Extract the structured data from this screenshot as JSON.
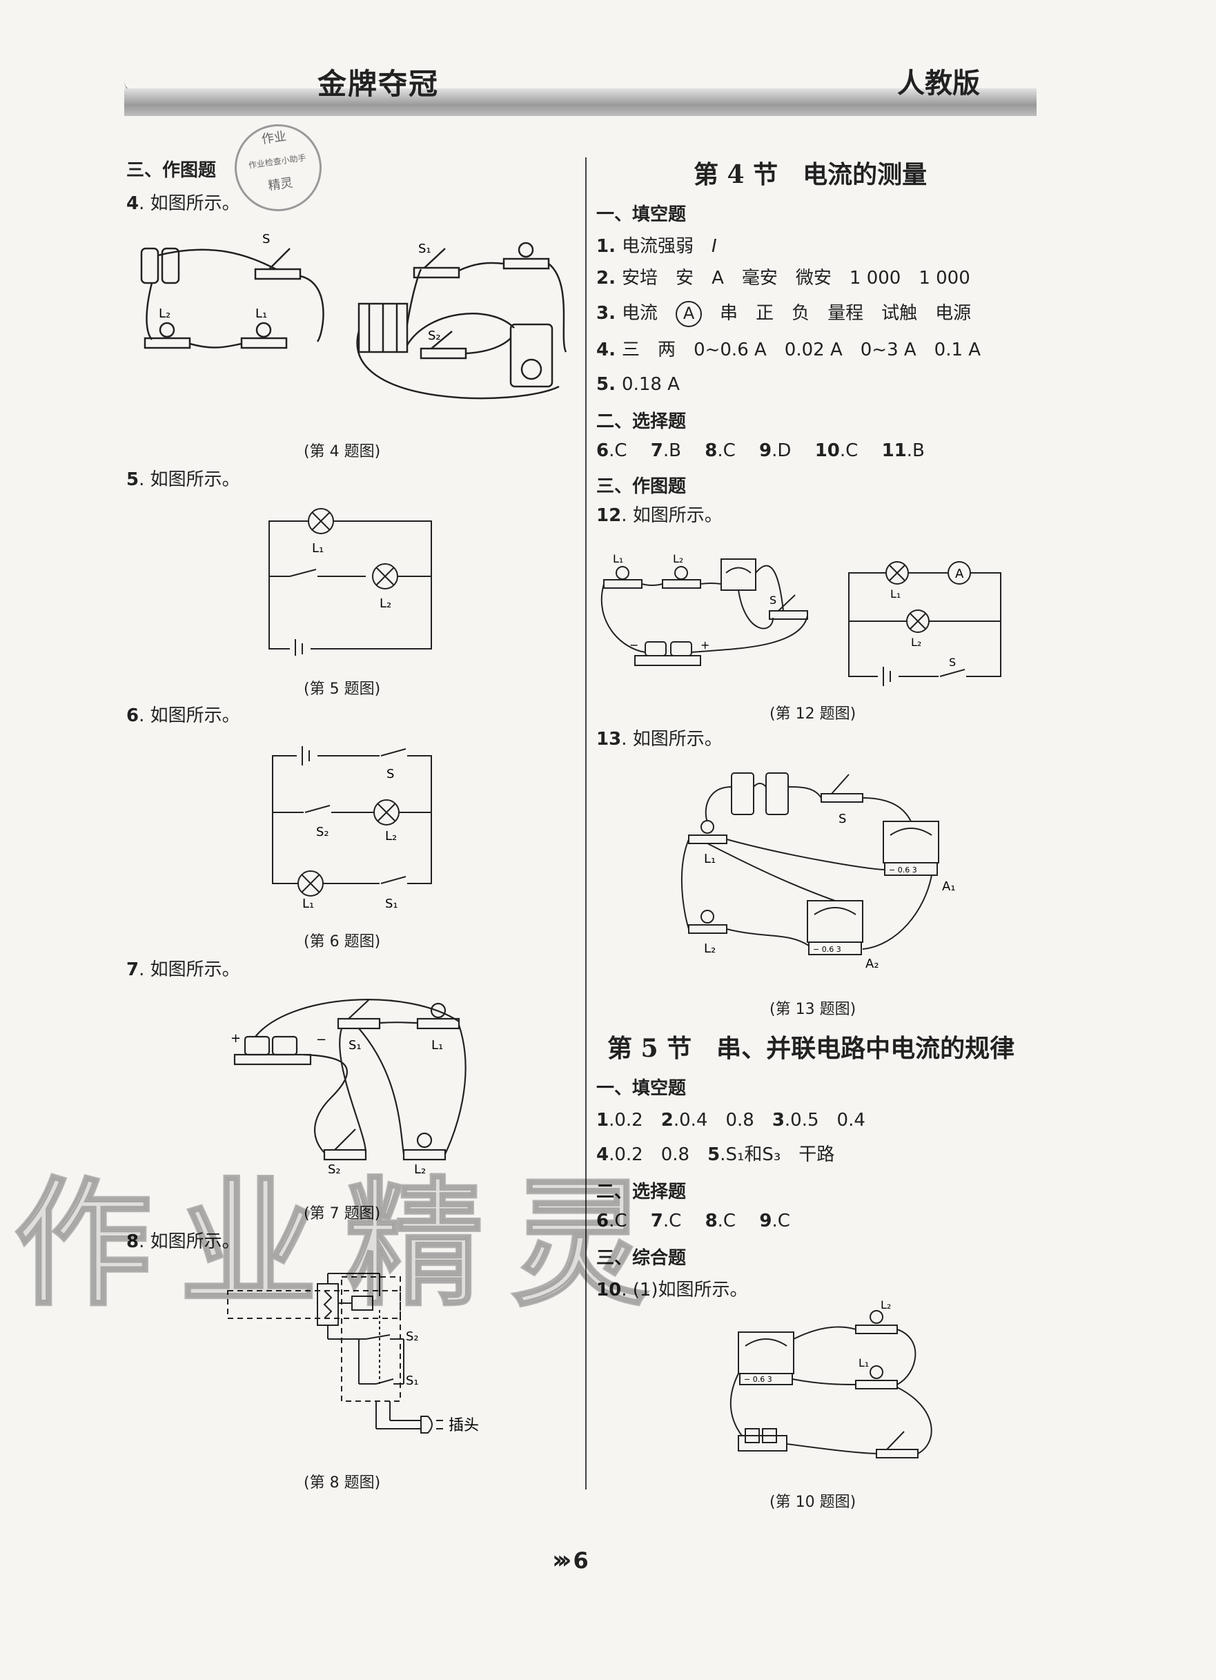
{
  "header": {
    "brand": "金牌夺冠",
    "edition": "人教版"
  },
  "stamp": {
    "line1": "作业",
    "line2": "作业检查小助手",
    "line3": "精灵"
  },
  "left": {
    "section3": "三、作图题",
    "q4": {
      "num": "4",
      "text": ". 如图所示。",
      "caption": "(第 4 题图)"
    },
    "q5": {
      "num": "5",
      "text": ". 如图所示。",
      "caption": "(第 5 题图)"
    },
    "q6": {
      "num": "6",
      "text": ". 如图所示。",
      "caption": "(第 6 题图)"
    },
    "q7": {
      "num": "7",
      "text": ". 如图所示。",
      "caption": "(第 7 题图)"
    },
    "q8": {
      "num": "8",
      "text": ". 如图所示。",
      "caption": "(第 8 题图)",
      "plug": "插头"
    }
  },
  "right": {
    "title4": "第 4 节　电流的测量",
    "fill": "一、填空题",
    "a1": {
      "num": "1",
      "items": [
        "电流强弱",
        "I"
      ]
    },
    "a2": {
      "num": "2",
      "items": [
        "安培",
        "安",
        "A",
        "毫安",
        "微安",
        "1 000",
        "1 000"
      ]
    },
    "a3": {
      "num": "3",
      "pre": "电流",
      "symbol": "A",
      "items": [
        "串",
        "正",
        "负",
        "量程",
        "试触",
        "电源"
      ]
    },
    "a4": {
      "num": "4",
      "items": [
        "三",
        "两",
        "0~0.6 A",
        "0.02 A",
        "0~3 A",
        "0.1 A"
      ]
    },
    "a5": {
      "num": "5",
      "items": [
        "0.18 A"
      ]
    },
    "choice": "二、选择题",
    "choices": [
      {
        "num": "6",
        "ans": "C"
      },
      {
        "num": "7",
        "ans": "B"
      },
      {
        "num": "8",
        "ans": "C"
      },
      {
        "num": "9",
        "ans": "D"
      },
      {
        "num": "10",
        "ans": "C"
      },
      {
        "num": "11",
        "ans": "B"
      }
    ],
    "draw": "三、作图题",
    "q12": {
      "num": "12",
      "text": ". 如图所示。",
      "caption": "(第 12 题图)"
    },
    "q13": {
      "num": "13",
      "text": ". 如图所示。",
      "caption": "(第 13 题图)"
    },
    "title5": "第 5 节　串、并联电路中电流的规律",
    "fill2": "一、填空题",
    "b1": "0.2",
    "b2": "0.4　0.8",
    "b3": "0.5　0.4",
    "b4": "0.2　0.8",
    "b5": "S₁和S₃　干路",
    "choice2": "二、选择题",
    "choices2": [
      {
        "num": "6",
        "ans": "C"
      },
      {
        "num": "7",
        "ans": "C"
      },
      {
        "num": "8",
        "ans": "C"
      },
      {
        "num": "9",
        "ans": "C"
      }
    ],
    "comp": "三、综合题",
    "q10": {
      "num": "10",
      "text": ". (1)如图所示。",
      "caption": "(第 10 题图)"
    }
  },
  "labels": {
    "S": "S",
    "S1": "S₁",
    "S2": "S₂",
    "L1": "L₁",
    "L2": "L₂",
    "A": "A",
    "A1": "A₁",
    "A2": "A₂",
    "plus": "+",
    "minus": "−",
    "meter": "− 0.6 3"
  },
  "watermark": "作业精灵",
  "page_number": "6"
}
